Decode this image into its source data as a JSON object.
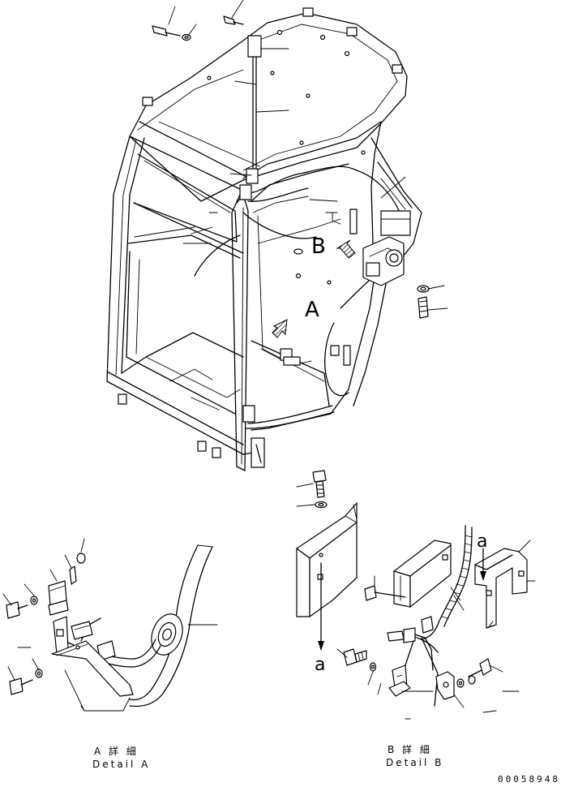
{
  "callouts": {
    "view_b": "B",
    "view_a": "A",
    "arrow_a": "a",
    "arrow_a_target": "a"
  },
  "captions": {
    "detail_a_jp": "A 詳 細",
    "detail_a_en": "Detail A",
    "detail_b_jp": "B 詳 細",
    "detail_b_en": "Detail B"
  },
  "drawing_number": "00058948"
}
